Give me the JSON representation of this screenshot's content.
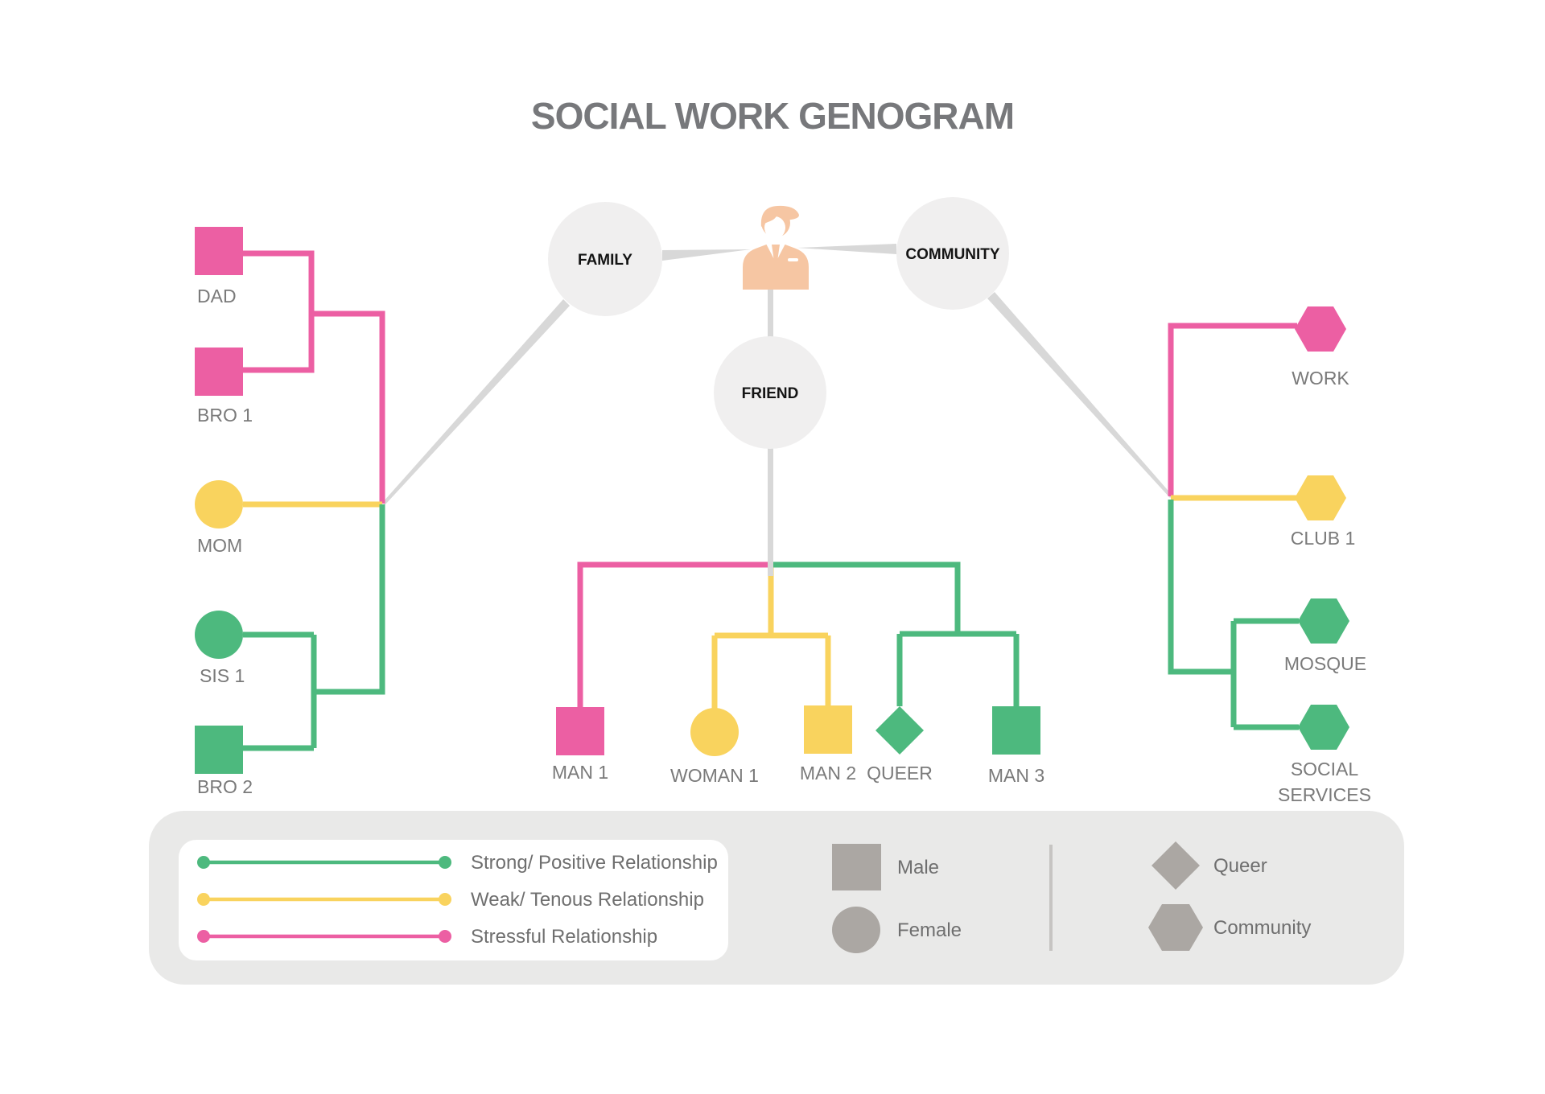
{
  "title": "SOCIAL WORK GENOGRAM",
  "colors": {
    "pink": "#ec5fa3",
    "yellow": "#f9d35e",
    "green": "#4db97e",
    "gray_line": "#d8d8d8",
    "hub_fill": "#f0efef",
    "person": "#f6c6a3",
    "white": "#ffffff",
    "legend_bg": "#e9e9e8",
    "legend_panel": "#ffffff",
    "legend_shape": "#aba7a3",
    "divider": "#c6c4c2"
  },
  "hubs": {
    "family": "FAMILY",
    "community": "COMMUNITY",
    "friend": "FRIEND"
  },
  "family_members": [
    {
      "label": "DAD",
      "shape": "square",
      "relationship": "stressful"
    },
    {
      "label": "BRO 1",
      "shape": "square",
      "relationship": "stressful"
    },
    {
      "label": "MOM",
      "shape": "circle",
      "relationship": "weak"
    },
    {
      "label": "SIS 1",
      "shape": "circle",
      "relationship": "strong"
    },
    {
      "label": "BRO 2",
      "shape": "square",
      "relationship": "strong"
    }
  ],
  "community_nodes": [
    {
      "label": "WORK",
      "shape": "hexagon",
      "relationship": "stressful"
    },
    {
      "label": "CLUB 1",
      "shape": "hexagon",
      "relationship": "weak"
    },
    {
      "label": "MOSQUE",
      "shape": "hexagon",
      "relationship": "strong"
    },
    {
      "label": "SOCIAL SERVICES",
      "lines": [
        "SOCIAL",
        "SERVICES"
      ],
      "shape": "hexagon",
      "relationship": "strong"
    }
  ],
  "friend_nodes": [
    {
      "label": "MAN 1",
      "shape": "square",
      "relationship": "stressful"
    },
    {
      "label": "WOMAN 1",
      "shape": "circle",
      "relationship": "weak"
    },
    {
      "label": "MAN 2",
      "shape": "square",
      "relationship": "weak"
    },
    {
      "label": "QUEER",
      "shape": "diamond",
      "relationship": "strong"
    },
    {
      "label": "MAN 3",
      "shape": "square",
      "relationship": "strong"
    }
  ],
  "legend": {
    "relationships": [
      {
        "label": "Strong/ Positive Relationship",
        "color": "#4db97e"
      },
      {
        "label": "Weak/ Tenous Relationship",
        "color": "#f9d35e"
      },
      {
        "label": "Stressful Relationship",
        "color": "#ec5fa3"
      }
    ],
    "shapes": [
      {
        "label": "Male",
        "shape": "square"
      },
      {
        "label": "Female",
        "shape": "circle"
      },
      {
        "label": "Queer",
        "shape": "diamond"
      },
      {
        "label": "Community",
        "shape": "hexagon"
      }
    ]
  }
}
